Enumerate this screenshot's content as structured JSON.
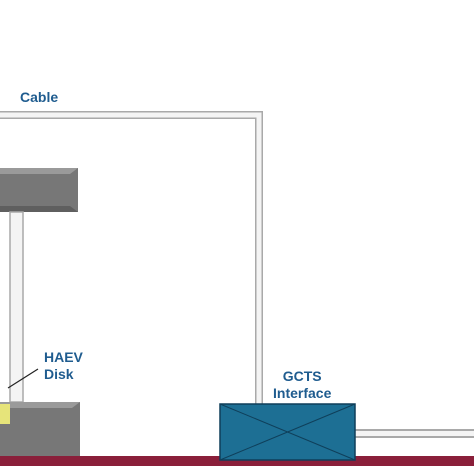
{
  "labels": {
    "cable": "Cable",
    "haev_line1": "HAEV",
    "haev_line2": "Disk",
    "gcts_line1": "GCTS",
    "gcts_line2": "Interface"
  },
  "colors": {
    "text": "#1f5c8f",
    "cable_fill": "#f4f4f4",
    "cable_stroke": "#a9a9a9",
    "frame_plate": "#777777",
    "disk": "#e6e47a",
    "interface_box": "#1d6f94",
    "base_plate": "#8a1f3a"
  }
}
